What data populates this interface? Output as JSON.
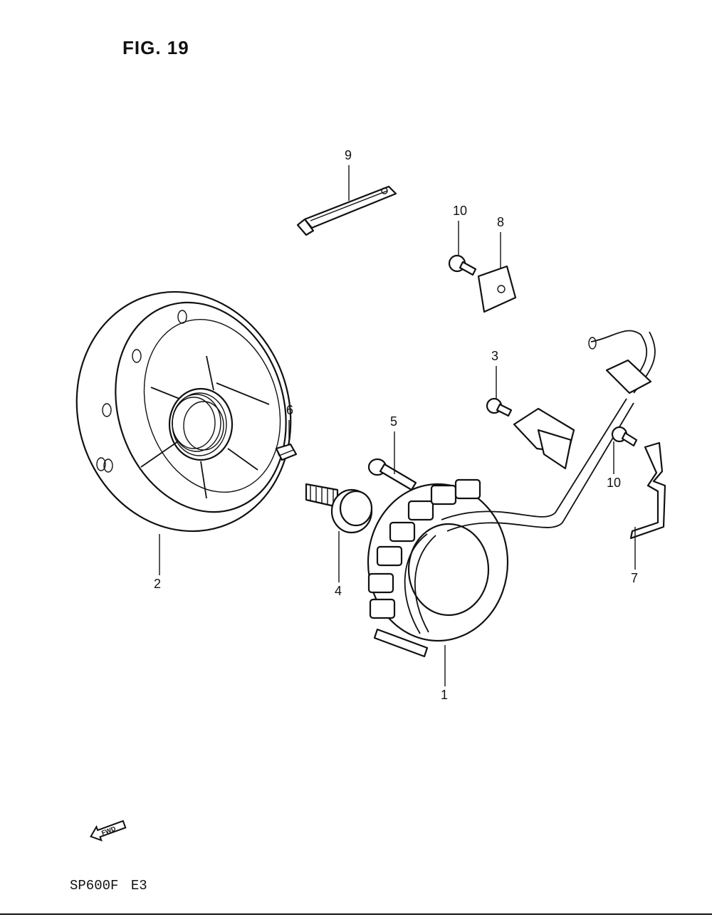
{
  "figure": {
    "title": "FIG. 19"
  },
  "footer": {
    "model": "SP600F",
    "region": "E3"
  },
  "badge": {
    "fwd_label": "FWD"
  },
  "callouts": {
    "c1": "1",
    "c2": "2",
    "c3": "3",
    "c4": "4",
    "c5": "5",
    "c6": "6",
    "c7": "7",
    "c8": "8",
    "c9": "9",
    "c10a": "10",
    "c10b": "10"
  }
}
